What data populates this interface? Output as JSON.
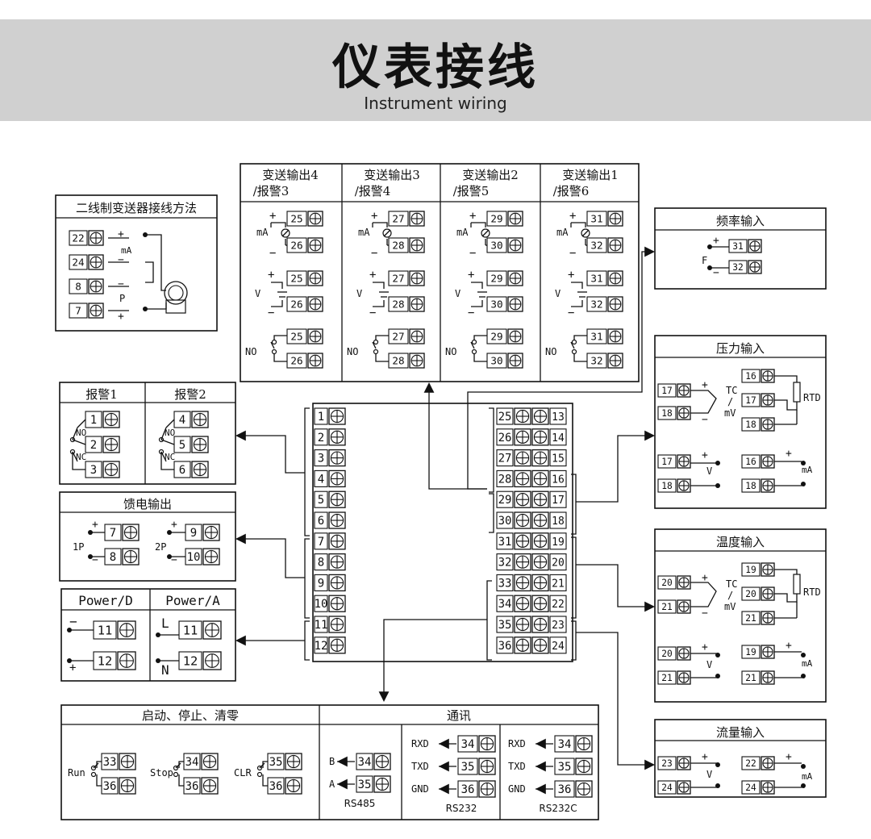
{
  "header": {
    "title": "仪表接线",
    "subtitle": "Instrument wiring"
  },
  "two_wire": {
    "title": "二线制变送器接线方法",
    "terminals": [
      "22",
      "24",
      "8",
      "7"
    ],
    "signs": [
      "+",
      "−",
      "−",
      "+"
    ],
    "mA": "mA",
    "P": "P"
  },
  "outputs": {
    "headers": [
      "变送输出4\n/报警3",
      "变送输出3\n/报警4",
      "变送输出2\n/报警5",
      "变送输出1\n/报警6"
    ],
    "pairs": [
      [
        "25",
        "26"
      ],
      [
        "27",
        "28"
      ],
      [
        "29",
        "30"
      ],
      [
        "31",
        "32"
      ]
    ],
    "mA": "mA",
    "V": "V",
    "NO": "NO"
  },
  "freq": {
    "title": "频率输入",
    "terminals": [
      "31",
      "32"
    ],
    "F": "F"
  },
  "pressure": {
    "title": "压力输入",
    "tc_terms": [
      "17",
      "18"
    ],
    "rtd_terms": [
      "16",
      "17",
      "18"
    ],
    "TC": "TC",
    "slash": "/",
    "mV": "mV",
    "RTD": "RTD",
    "v_terms": [
      "17",
      "18"
    ],
    "ma_terms": [
      "16",
      "18"
    ],
    "V": "V",
    "mA": "mA"
  },
  "alarm": {
    "titles": [
      "报警1",
      "报警2"
    ],
    "terms1": [
      "1",
      "2",
      "3"
    ],
    "terms2": [
      "4",
      "5",
      "6"
    ],
    "NO": "NO",
    "NC": "NC"
  },
  "feed": {
    "title": "馈电输出",
    "p1": "1P",
    "p2": "2P",
    "terms1": [
      "7",
      "8"
    ],
    "terms2": [
      "9",
      "10"
    ]
  },
  "power": {
    "titles": [
      "Power/D",
      "Power/A"
    ],
    "terms": [
      "11",
      "12"
    ],
    "L": "L",
    "N": "N"
  },
  "temp": {
    "title": "温度输入",
    "tc_terms": [
      "20",
      "21"
    ],
    "rtd_terms": [
      "19",
      "20",
      "21"
    ],
    "v_terms": [
      "20",
      "21"
    ],
    "ma_terms": [
      "19",
      "21"
    ]
  },
  "flow": {
    "title": "流量输入",
    "v_terms": [
      "23",
      "24"
    ],
    "ma_terms": [
      "22",
      "24"
    ]
  },
  "center": {
    "left": [
      "1",
      "2",
      "3",
      "4",
      "5",
      "6",
      "7",
      "8",
      "9",
      "10",
      "11",
      "12"
    ],
    "right_a": [
      "25",
      "26",
      "27",
      "28",
      "29",
      "30",
      "31",
      "32",
      "33",
      "34",
      "35",
      "36"
    ],
    "right_b": [
      "13",
      "14",
      "15",
      "16",
      "17",
      "18",
      "19",
      "20",
      "21",
      "22",
      "23",
      "24"
    ]
  },
  "bottom": {
    "title_left": "启动、停止、清零",
    "title_right": "通讯",
    "controls": [
      {
        "label": "Run",
        "t": [
          "33",
          "36"
        ]
      },
      {
        "label": "Stop",
        "t": [
          "34",
          "36"
        ]
      },
      {
        "label": "CLR",
        "t": [
          "35",
          "36"
        ]
      }
    ],
    "rs485": {
      "name": "RS485",
      "rows": [
        {
          "sig": "B",
          "t": "34"
        },
        {
          "sig": "A",
          "t": "35"
        }
      ]
    },
    "rs232": {
      "name": "RS232",
      "rows": [
        {
          "sig": "RXD",
          "t": "34"
        },
        {
          "sig": "TXD",
          "t": "35"
        },
        {
          "sig": "GND",
          "t": "36"
        }
      ]
    },
    "rs232c": {
      "name": "RS232C",
      "rows": [
        {
          "sig": "RXD",
          "t": "34"
        },
        {
          "sig": "TXD",
          "t": "35"
        },
        {
          "sig": "GND",
          "t": "36"
        }
      ]
    }
  }
}
